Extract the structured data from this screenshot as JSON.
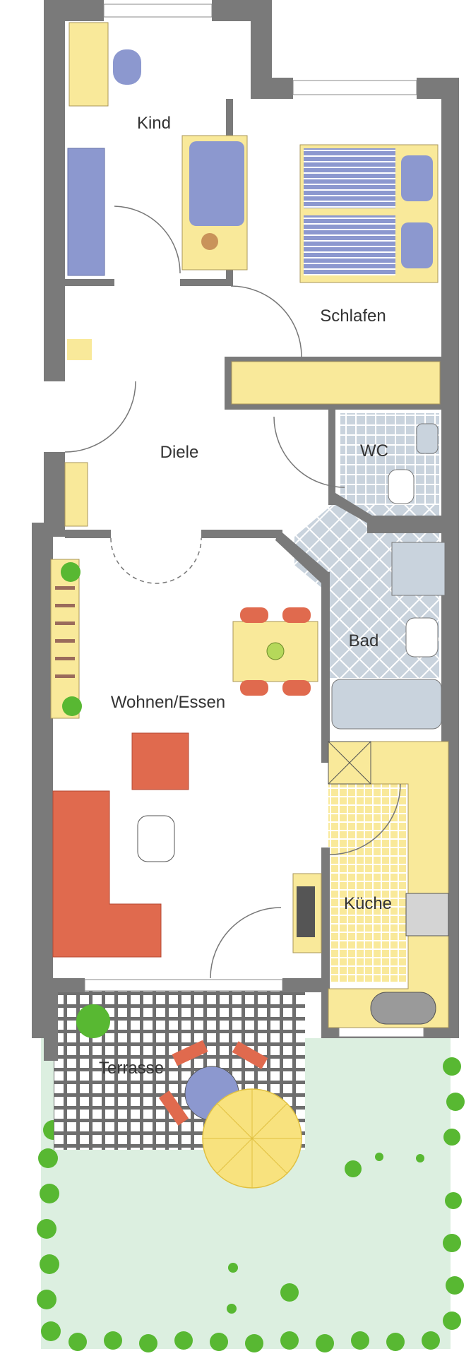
{
  "rooms": {
    "kind": "Kind",
    "schlafen": "Schlafen",
    "diele": "Diele",
    "wc": "WC",
    "bad": "Bad",
    "wohnen_essen": "Wohnen/Essen",
    "kueche": "Küche",
    "terrasse": "Terrasse"
  },
  "colors": {
    "wall": "#7a7a7a",
    "furniture_yellow": "#f9e99a",
    "furniture_blue": "#8c98cf",
    "sofa_red": "#e06a4e",
    "tile_blue": "#c9d3dd",
    "garden": "#dcefe0",
    "shrub": "#58b832",
    "umbrella": "#f8e27e"
  }
}
